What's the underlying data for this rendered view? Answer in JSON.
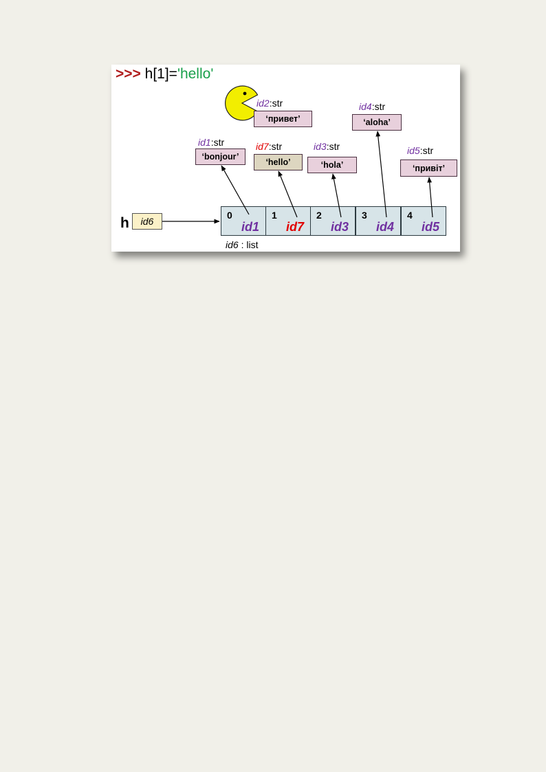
{
  "prompt": {
    "symbol": ">>>",
    "code": "h[1]=",
    "string": "'hello'"
  },
  "variable": {
    "name": "h",
    "ref": "id6"
  },
  "list_object": {
    "id": "id6",
    "type_sep": " : ",
    "type": "list"
  },
  "cells": [
    {
      "index": "0",
      "ref": "id1"
    },
    {
      "index": "1",
      "ref": "id7"
    },
    {
      "index": "2",
      "ref": "id3"
    },
    {
      "index": "3",
      "ref": "id4"
    },
    {
      "index": "4",
      "ref": "id5"
    }
  ],
  "str_objects": [
    {
      "id": "id1",
      "type": ":str",
      "value": "‘bonjour’"
    },
    {
      "id": "id2",
      "type": ":str",
      "value": "‘привет’"
    },
    {
      "id": "id7",
      "type": ":str",
      "value": "‘hello’"
    },
    {
      "id": "id3",
      "type": ":str",
      "value": "‘hola’"
    },
    {
      "id": "id4",
      "type": ":str",
      "value": "‘aloha’"
    },
    {
      "id": "id5",
      "type": ":str",
      "value": "‘привіт’"
    }
  ],
  "colors": {
    "prompt": "#b01c1c",
    "string_literal": "#1aa04b",
    "id_label": "#7030a0",
    "new_id": "#e00000",
    "str_box": "#e8d0dc",
    "new_str_box": "#ddd6c0",
    "list_cell": "#d7e4e8",
    "var_box": "#fbf1c8",
    "garbage_collector": "#f2ee00"
  },
  "icons": {
    "garbage_collector": "pacman-icon"
  }
}
